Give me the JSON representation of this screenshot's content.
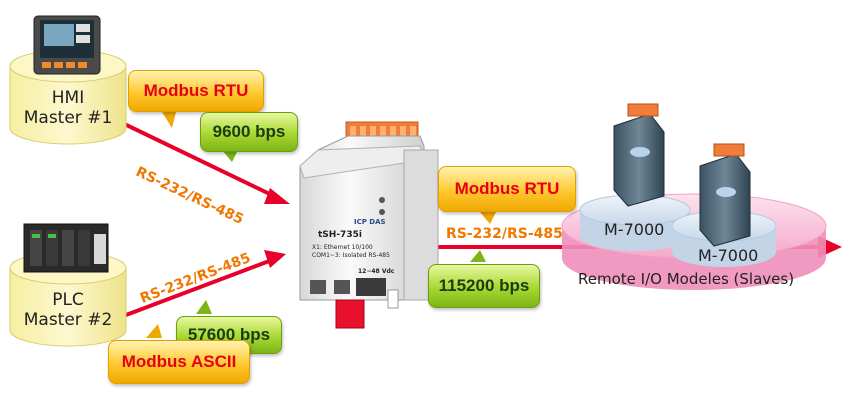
{
  "nodes": {
    "hmi": {
      "line1": "HMI",
      "line2": "Master #1"
    },
    "plc": {
      "line1": "PLC",
      "line2": "Master #2"
    },
    "slave1": "M-7000",
    "slave2": "M-7000",
    "remote_caption": "Remote I/O Modeles (Slaves)"
  },
  "labels": {
    "hmi_protocol": "Modbus RTU",
    "hmi_baud": "9600 bps",
    "hmi_link": "RS-232/RS-485",
    "plc_link": "RS-232/RS-485",
    "plc_baud": "57600 bps",
    "plc_protocol": "Modbus ASCII",
    "slave_protocol": "Modbus RTU",
    "slave_link": "RS-232/RS-485",
    "slave_baud": "115200 bps"
  },
  "device": {
    "model": "tSH-735i",
    "brand": "ICP DAS",
    "line1": "X1: Ethernet 10/100",
    "line2": "COM1~3: Isolated RS-485",
    "power": "12~48 Vdc"
  },
  "colors": {
    "arrow": "#e8002a",
    "link_text": "#f07800",
    "protocol_text": "#e60012",
    "protocol_bubble": "#ffc830",
    "baud_bubble": "#a8d830",
    "cylinder": "#f8f2a8",
    "slave_disk": "#f9c6dd"
  }
}
